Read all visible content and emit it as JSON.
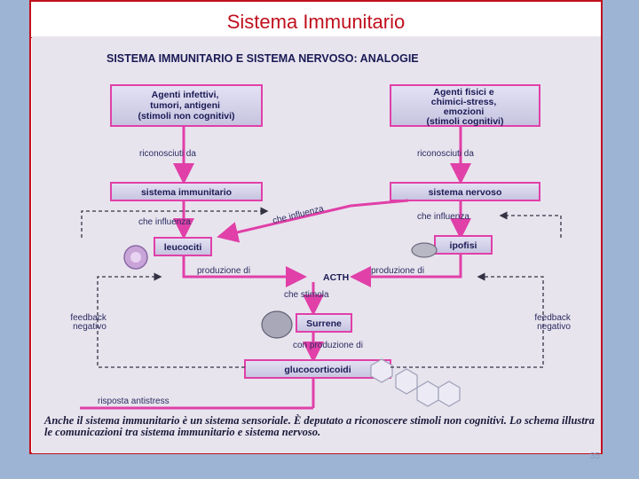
{
  "slide": {
    "title": "Sistema Immunitario",
    "page_number": "35"
  },
  "diagram": {
    "heading": "SISTEMA IMMUNITARIO E SISTEMA NERVOSO: ANALOGIE",
    "left_source": [
      "Agenti infettivi,",
      "tumori, antigeni",
      "(stimoli non cognitivi)"
    ],
    "right_source": [
      "Agenti fisici e",
      "chimici-stress,",
      "emozioni",
      "(stimoli cognitivi)"
    ],
    "recognized_by": "riconosciuti da",
    "immune_system": "sistema immunitario",
    "nervous_system": "sistema nervoso",
    "influences": "che influenza",
    "cross_influence": "che influenza",
    "leukocytes": "leucociti",
    "pituitary": "ipofisi",
    "production_of": "produzione di",
    "acth": "ACTH",
    "stimulates": "che stimola",
    "adrenal": "Surrene",
    "with_production_of": "con produzione di",
    "glucocorticoids": "glucocorticoidi",
    "feedback_left": [
      "feedback",
      "negativo"
    ],
    "feedback_right": [
      "feedback",
      "negativo"
    ],
    "response": "risposta antistress",
    "caption": "Anche il sistema immunitario è un sistema sensoriale. È deputato a riconoscere stimoli non cognitivi. Lo schema illustra le comunicazioni tra sistema immunitario e sistema nervoso."
  },
  "colors": {
    "arrow": "#e040a8",
    "box_fill": "#d4d2ea",
    "dashed": "#333344",
    "title": "#c0101e"
  }
}
